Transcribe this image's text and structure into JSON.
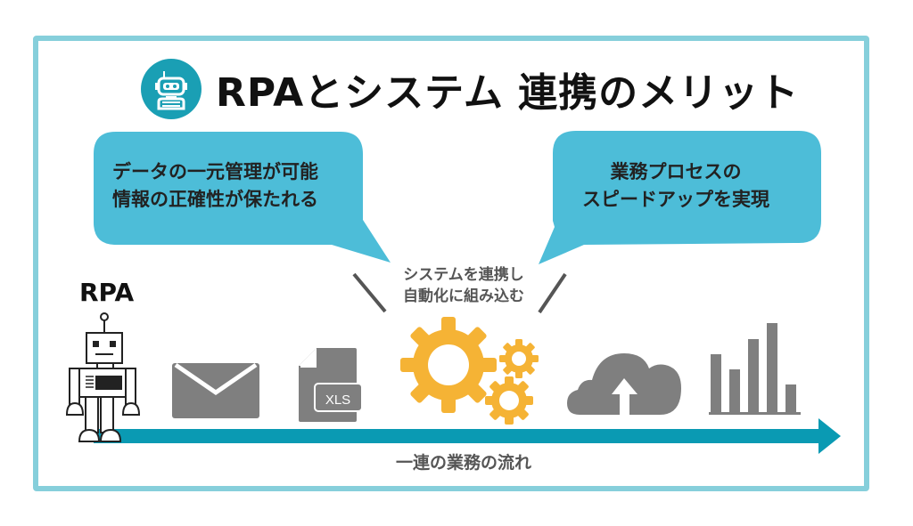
{
  "title": {
    "text": "RPAとシステム 連携のメリット",
    "icon": "robot-icon"
  },
  "bubbles": [
    {
      "id": "left",
      "lines": [
        "データの一元管理が可能",
        "情報の正確性が保たれる"
      ]
    },
    {
      "id": "right",
      "lines": [
        "業務プロセスの",
        "スピードアップを実現"
      ]
    }
  ],
  "center_caption": {
    "lines": [
      "システムを連携し",
      "自動化に組み込む"
    ]
  },
  "rpa_label": "RPA",
  "flow_items": [
    {
      "name": "robot",
      "icon": "robot-icon"
    },
    {
      "name": "mail",
      "icon": "envelope-icon"
    },
    {
      "name": "excel",
      "icon": "xls-file-icon",
      "label": "XLS"
    },
    {
      "name": "system",
      "icon": "gears-icon"
    },
    {
      "name": "cloud",
      "icon": "cloud-upload-icon"
    },
    {
      "name": "report",
      "icon": "bar-chart-icon"
    }
  ],
  "flow_label": "一連の業務の流れ",
  "colors": {
    "frame": "#86cfdb",
    "bubble": "#4dbdd8",
    "arrow": "#0a9ab3",
    "icon_gray": "#7f7f7f",
    "gear": "#f5b335",
    "title_icon_bg": "#1a9fb4"
  }
}
